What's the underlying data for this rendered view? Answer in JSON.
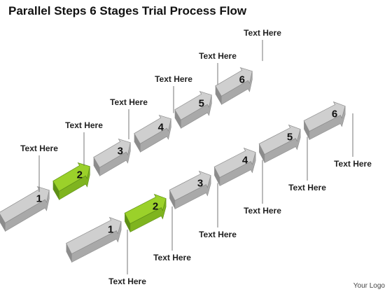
{
  "title": "Parallel Steps 6 Stages Trial Process Flow",
  "colors": {
    "arrow_top": "#cfcfcf",
    "arrow_side": "#8c8c8c",
    "arrow_front": "#a9a9a9",
    "highlight_top": "#9bd12a",
    "highlight_side": "#5d8f16",
    "highlight_front": "#7fb41f",
    "leader_line": "#555555"
  },
  "flows": [
    {
      "name": "upper-flow",
      "highlight_step": 2,
      "steps": [
        {
          "number": "1",
          "label": "Text Here"
        },
        {
          "number": "2",
          "label": "Text Here"
        },
        {
          "number": "3",
          "label": "Text Here"
        },
        {
          "number": "4",
          "label": "Text Here"
        },
        {
          "number": "5",
          "label": "Text Here"
        },
        {
          "number": "6",
          "label": "Text Here"
        }
      ]
    },
    {
      "name": "lower-flow",
      "highlight_step": 2,
      "steps": [
        {
          "number": "1",
          "label": "Text Here"
        },
        {
          "number": "2",
          "label": "Text Here"
        },
        {
          "number": "3",
          "label": "Text Here"
        },
        {
          "number": "4",
          "label": "Text Here"
        },
        {
          "number": "5",
          "label": "Text Here"
        },
        {
          "number": "6",
          "label": "Text Here"
        }
      ]
    }
  ],
  "footer": {
    "logo_text": "Your Logo"
  }
}
